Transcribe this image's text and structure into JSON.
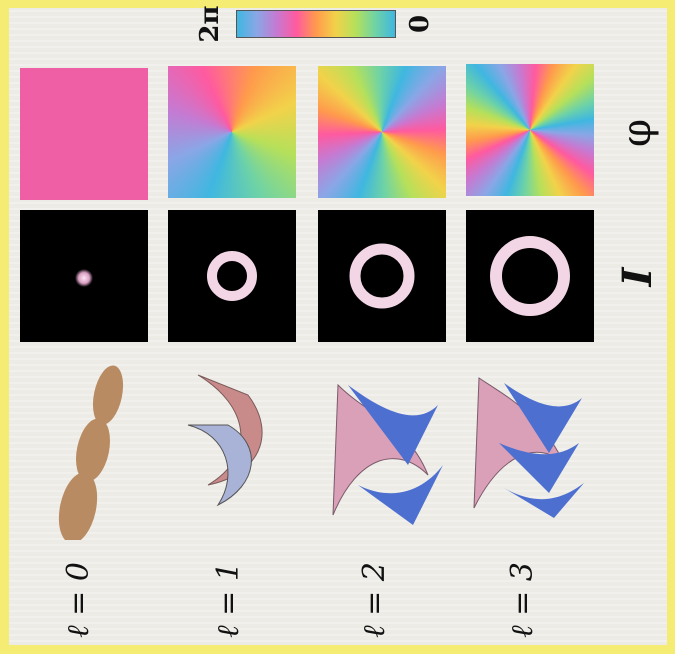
{
  "colorbar": {
    "low_label": "2π",
    "high_label": "0"
  },
  "columns": {
    "phase_label": "φ",
    "intensity_label": "I"
  },
  "rows": [
    {
      "label": "ℓ = 0",
      "l": 0
    },
    {
      "label": "ℓ = 1",
      "l": 1
    },
    {
      "label": "ℓ = 2",
      "l": 2
    },
    {
      "label": "ℓ = 3",
      "l": 3
    }
  ],
  "colors": {
    "frame": "#f5ec73",
    "uniform_phase": "#ee5fa5",
    "ring": "#f2d5e6"
  }
}
